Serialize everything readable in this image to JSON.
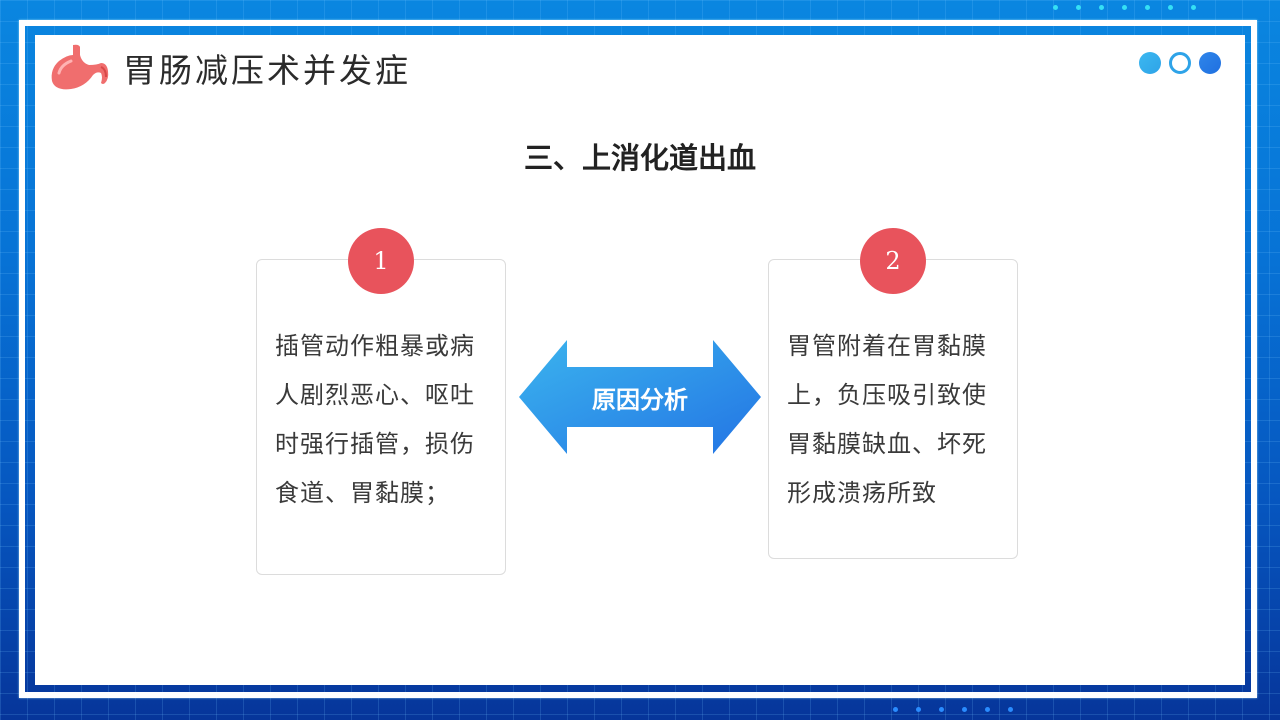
{
  "header": {
    "title": "胃肠减压术并发症",
    "icon": "stomach-icon"
  },
  "decor": {
    "circles": [
      "filled-light-blue",
      "outline-blue",
      "filled-blue"
    ],
    "colors": {
      "accent_red": "#e8535c",
      "arrow_start": "#3bb4ee",
      "arrow_end": "#2374e4",
      "circle_light": "#3cb8f0",
      "circle_dark": "#1f6fe0",
      "background_top": "#0a86e0",
      "background_bottom": "#06359a"
    }
  },
  "section": {
    "title": "三、上消化道出血"
  },
  "center_arrow": {
    "label": "原因分析",
    "icon": "double-arrow-icon"
  },
  "cards": [
    {
      "number": "1",
      "text": "插管动作粗暴或病人剧烈恶心、呕吐时强行插管，损伤食道、胃黏膜；"
    },
    {
      "number": "2",
      "text": "胃管附着在胃黏膜上，负压吸引致使胃黏膜缺血、坏死形成溃疡所致"
    }
  ]
}
